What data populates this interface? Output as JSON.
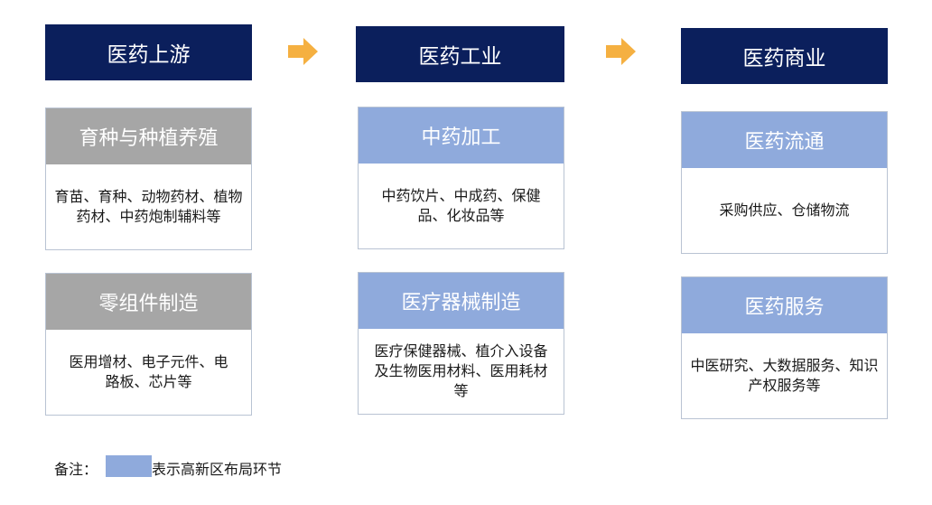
{
  "colors": {
    "header": "#0b1f5c",
    "gray": "#a6a6a6",
    "highlight": "#8faadc",
    "arrow": "#f5b041"
  },
  "columns": [
    {
      "header": "医药上游",
      "cards": [
        {
          "title": "育种与种植养殖",
          "body": "育苗、育种、动物药材、植物药材、中药炮制辅料等",
          "style": "gray"
        },
        {
          "title": "零组件制造",
          "body": "医用增材、电子元件、电路板、芯片等",
          "style": "gray"
        }
      ]
    },
    {
      "header": "医药工业",
      "cards": [
        {
          "title": "中药加工",
          "body": "中药饮片、中成药、保健品、化妆品等",
          "style": "blue"
        },
        {
          "title": "医疗器械制造",
          "body": "医疗保健器械、植介入设备及生物医用材料、医用耗材等",
          "style": "blue"
        }
      ]
    },
    {
      "header": "医药商业",
      "cards": [
        {
          "title": "医药流通",
          "body": "采购供应、仓储物流",
          "style": "blue"
        },
        {
          "title": "医药服务",
          "body": "中医研究、大数据服务、知识产权服务等",
          "style": "blue"
        }
      ]
    }
  ],
  "note": {
    "label": "备注：",
    "text": "表示高新区布局环节"
  }
}
